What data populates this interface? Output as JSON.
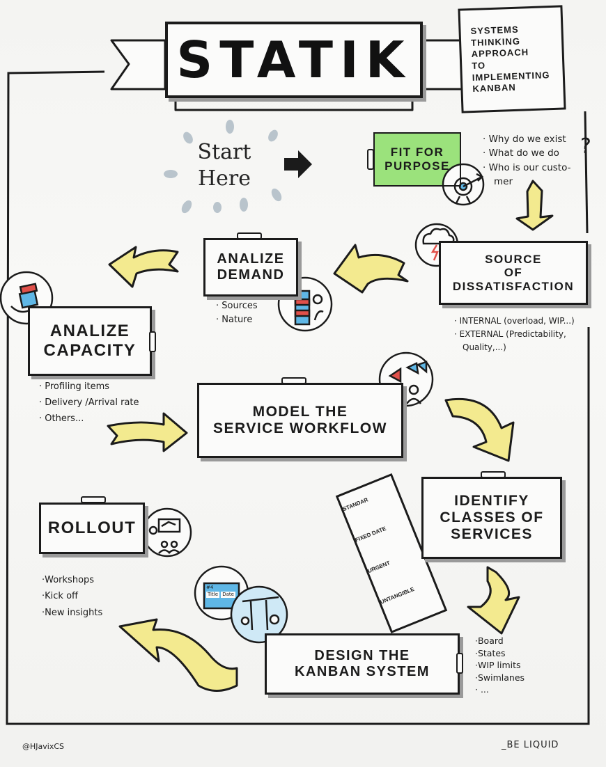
{
  "title": "STATIK",
  "subtitle_lines": [
    "SYSTEMS",
    "THINKING",
    "APPROACH",
    "TO",
    "IMPLEMENTING",
    "KANBAN"
  ],
  "start_lines": [
    "Start",
    "Here"
  ],
  "fit_for_purpose": {
    "lines": [
      "FIT FOR",
      "PURPOSE"
    ],
    "notes": [
      "· Why do we exist",
      "· What do we do",
      "· Who is our custo-",
      "mer"
    ],
    "question_mark": "?"
  },
  "source_of_dissatisfaction": {
    "lines": [
      "SOURCE",
      "OF",
      "DISSATISFACTION"
    ],
    "notes": [
      "· INTERNAL (overload, WIP...)",
      "· EXTERNAL (Predictability,",
      "Quality,...)"
    ]
  },
  "analize_demand": {
    "lines": [
      "ANALIZE",
      "DEMAND"
    ],
    "notes": [
      "· Sources",
      "· Nature"
    ]
  },
  "analize_capacity": {
    "lines": [
      "ANALIZE",
      "CAPACITY"
    ],
    "notes": [
      "· Profiling items",
      "· Delivery /Arrival rate",
      "· Others..."
    ]
  },
  "model_workflow": {
    "lines": [
      "MODEL THE",
      "SERVICE WORKFLOW"
    ]
  },
  "identify_classes": {
    "lines": [
      "IDENTIFY",
      "CLASSES OF",
      "SERVICES"
    ],
    "card_labels": [
      "STANDAR",
      "FIXED DATE",
      "URGENT",
      "UNTANGIBLE"
    ]
  },
  "rollout": {
    "lines": [
      "ROLLOUT"
    ],
    "notes": [
      "·Workshops",
      "·Kick off",
      "·New insights"
    ]
  },
  "design_kanban": {
    "lines": [
      "DESIGN THE",
      "KANBAN SYSTEM"
    ],
    "notes": [
      "·Board",
      "·States",
      "·WIP limits",
      "·Swimlanes",
      "· ..."
    ],
    "card_labels": [
      "#4",
      "Title",
      "Date"
    ]
  },
  "credits": {
    "left": "@HJavixCS",
    "right": "_BE LIQUID"
  },
  "colors": {
    "ink": "#1b1b1b",
    "arrow_yellow": "#f3ea8f",
    "highlight_green": "#9be27c",
    "accent_blue": "#5fb7e6",
    "accent_red": "#e0504a",
    "start_rays": "#b9c4cc"
  }
}
